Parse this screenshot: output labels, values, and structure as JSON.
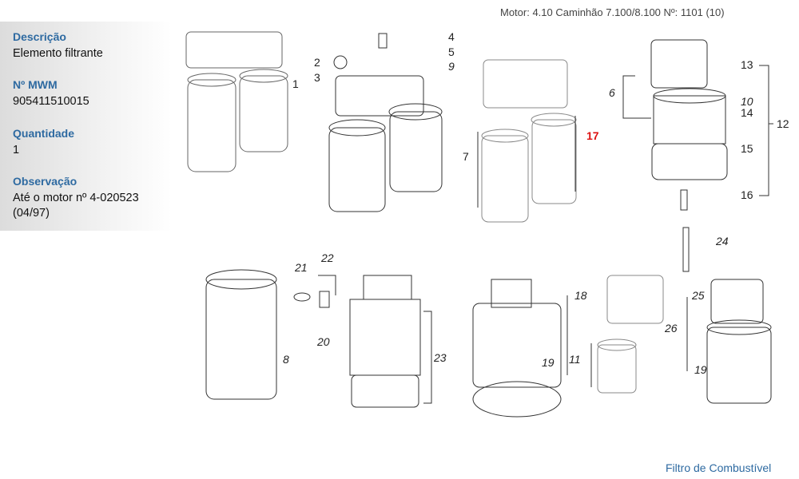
{
  "header": "Motor: 4.10 Caminhão 7.100/8.100   Nº: 1101 (10)",
  "details": {
    "descricao_label": "Descrição",
    "descricao": "Elemento filtrante",
    "mwm_label": "Nº MWM",
    "mwm": "905411510015",
    "quantidade_label": "Quantidade",
    "quantidade": "1",
    "observacao_label": "Observação",
    "observacao": "Até o motor nº 4-020523 (04/97)"
  },
  "callouts": [
    "1",
    "2",
    "3",
    "4",
    "5",
    "9",
    "6",
    "10",
    "13",
    "14",
    "12",
    "15",
    "16",
    "7",
    "17",
    "24",
    "21",
    "22",
    "20",
    "8",
    "23",
    "18",
    "19",
    "11",
    "25",
    "26",
    "19"
  ],
  "highlight_color": "#dd1111",
  "footer": "Filtro de Combustível"
}
